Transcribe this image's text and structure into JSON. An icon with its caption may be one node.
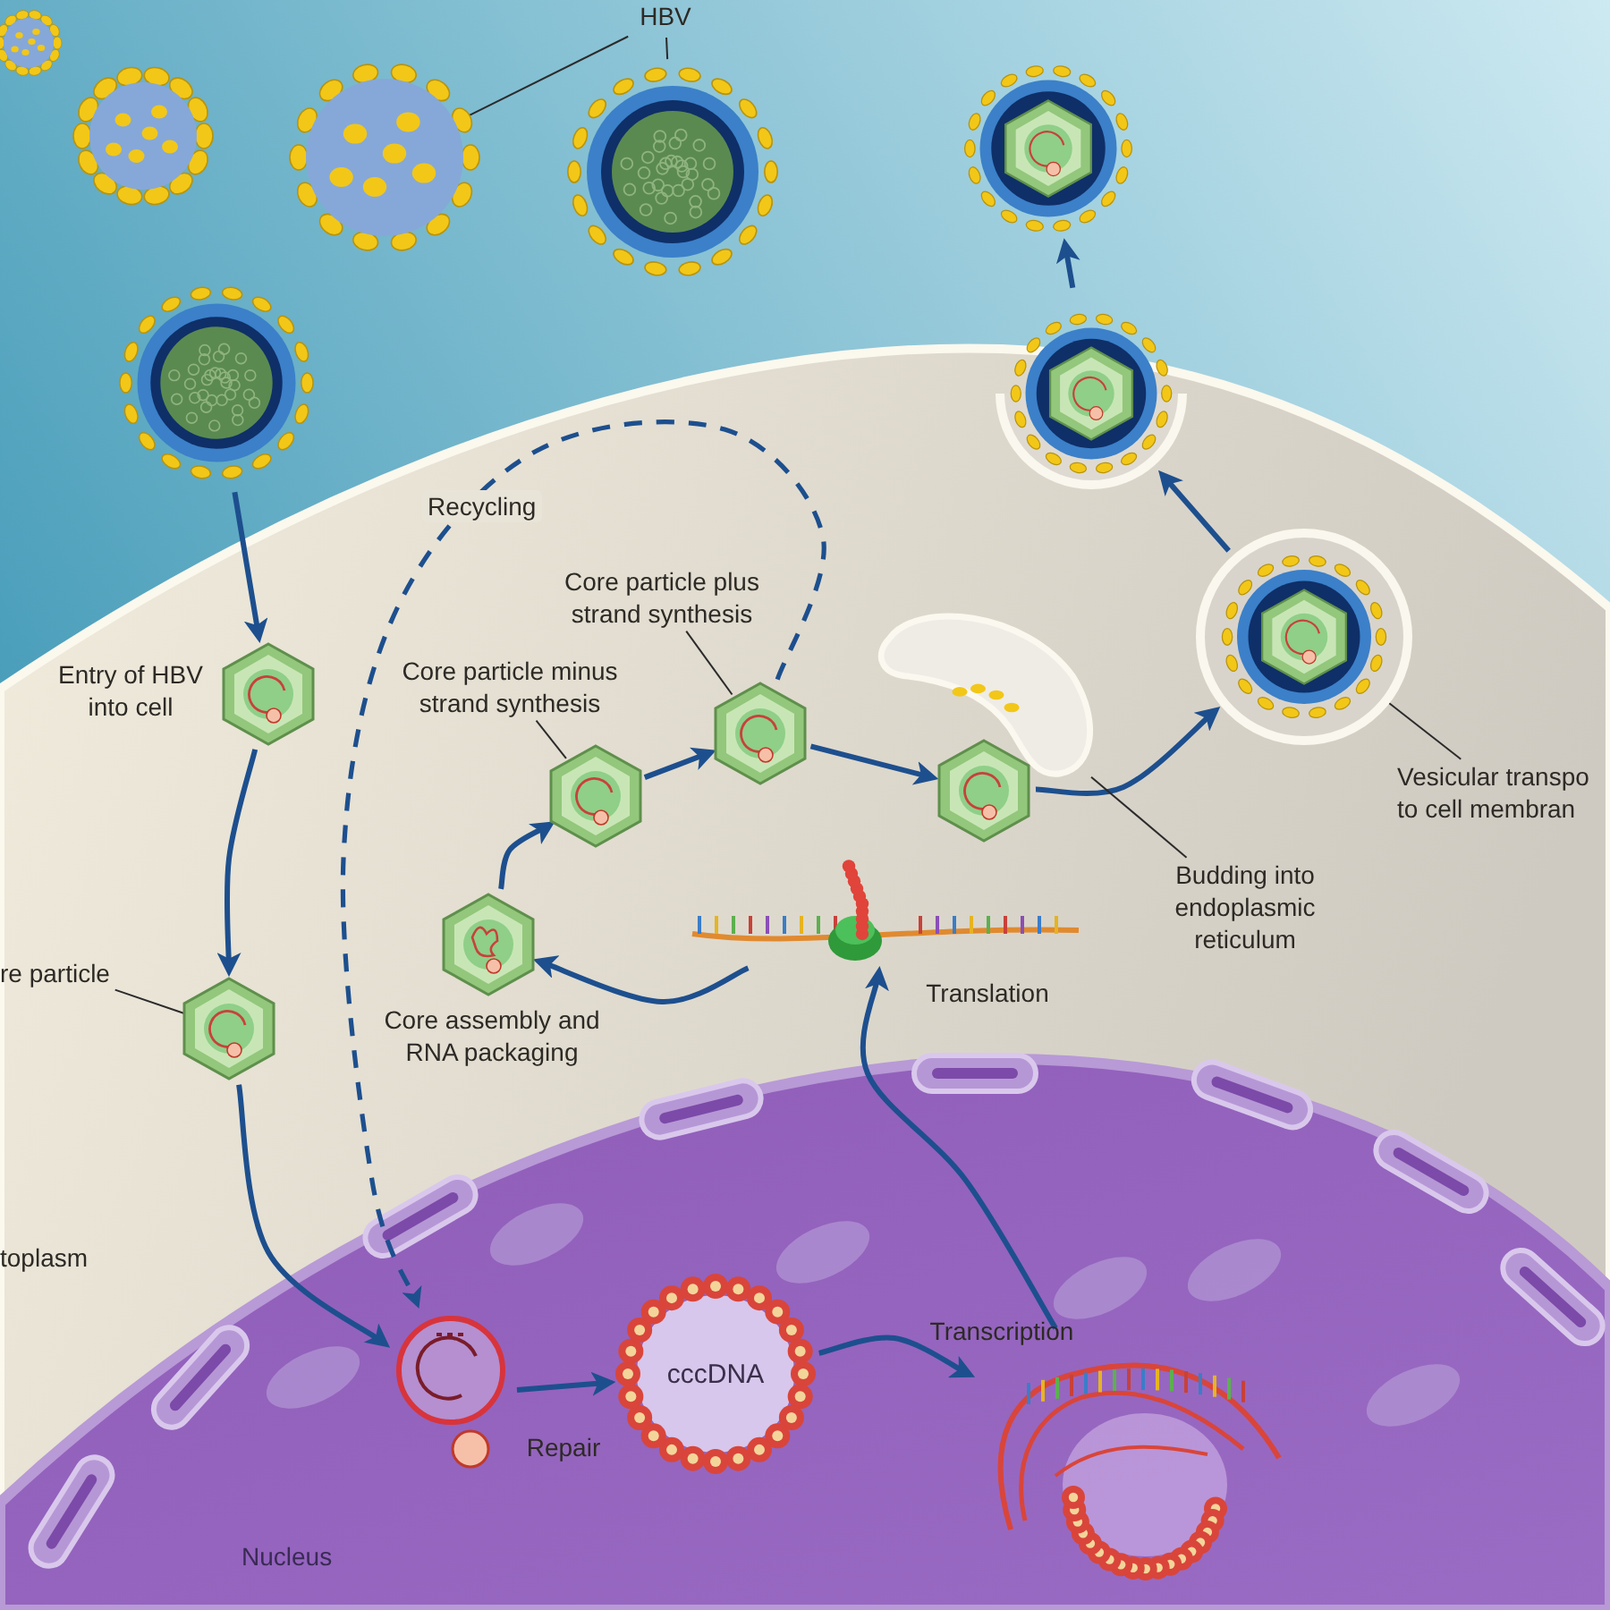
{
  "diagram": {
    "nodes": [
      {
        "text": [
          "HBV"
        ]
      },
      {
        "text": [],
        "shape": "picture"
      },
      {
        "text": [],
        "shape": "picture"
      },
      {
        "text": [],
        "shape": "picture"
      },
      {
        "text": [],
        "shape": "hexagon",
        "beside": [
          "Entry of HBV into cell"
        ]
      },
      {
        "text": [],
        "shape": "hexagon"
      },
      {
        "text": [
          "re particle"
        ]
      },
      {
        "text": [],
        "shape": "picture",
        "beside": [
          "Repair"
        ]
      },
      {
        "text": [
          "cccDNA"
        ]
      },
      {
        "text": [],
        "shape": "picture",
        "beside": [
          "Transcription"
        ]
      },
      {
        "text": [],
        "shape": "picture",
        "beside": [
          "Translation"
        ]
      },
      {
        "text": [],
        "shape": "hexagon",
        "beside": [
          "Core assembly and RNA packaging"
        ]
      },
      {
        "text": [],
        "shape": "hexagon"
      },
      {
        "text": [
          "Core particle minus strand synthesis"
        ]
      },
      {
        "text": [],
        "shape": "hexagon"
      },
      {
        "text": [
          "Core particle plus strand synthesis"
        ]
      },
      {
        "text": [],
        "shape": "hexagon"
      },
      {
        "text": [],
        "shape": "picture"
      },
      {
        "text": [
          "Budding into endoplasmic reticulum"
        ]
      },
      {
        "text": [],
        "shape": "picture"
      },
      {
        "text": [
          "Vesicular transpo to cell membran"
        ]
      },
      {
        "text": [],
        "shape": "picture"
      },
      {
        "text": [],
        "shape": "picture"
      }
    ],
    "edges": [
      {
        "from": 0,
        "to": 1,
        "arrow": "none",
        "color": "#2b2b2b"
      },
      {
        "from": 0,
        "to": 2,
        "arrow": "none",
        "color": "#2b2b2b"
      },
      {
        "from": 3,
        "to": 4,
        "arrow": "to"
      },
      {
        "from": 4,
        "to": 5,
        "arrow": "to"
      },
      {
        "from": 6,
        "to": 5,
        "arrow": "none",
        "color": "#2b2b2b"
      },
      {
        "from": 5,
        "to": 7,
        "arrow": "to"
      },
      {
        "from": 14,
        "to": 7,
        "arrow": "to",
        "style": "dashed",
        "label": "Recycling"
      },
      {
        "from": 7,
        "to": 8,
        "arrow": "to"
      },
      {
        "from": 8,
        "to": 9,
        "arrow": "to"
      },
      {
        "from": 9,
        "to": 10,
        "arrow": "to"
      },
      {
        "from": 10,
        "to": 11,
        "arrow": "to"
      },
      {
        "from": 11,
        "to": 12,
        "arrow": "to"
      },
      {
        "from": 13,
        "to": 12,
        "arrow": "none",
        "color": "#2b2b2b"
      },
      {
        "from": 12,
        "to": 14,
        "arrow": "to"
      },
      {
        "from": 15,
        "to": 14,
        "arrow": "none",
        "color": "#2b2b2b"
      },
      {
        "from": 14,
        "to": 16,
        "arrow": "to"
      },
      {
        "from": 16,
        "to": 19,
        "arrow": "to"
      },
      {
        "from": 18,
        "to": 17,
        "arrow": "none",
        "color": "#2b2b2b"
      },
      {
        "from": 19,
        "to": 21,
        "arrow": "to"
      },
      {
        "from": 21,
        "to": 22,
        "arrow": "to"
      },
      {
        "from": 20,
        "to": 19,
        "arrow": "none",
        "color": "#2b2b2b"
      }
    ],
    "labels": [
      "toplasm",
      "Nucleus"
    ]
  }
}
